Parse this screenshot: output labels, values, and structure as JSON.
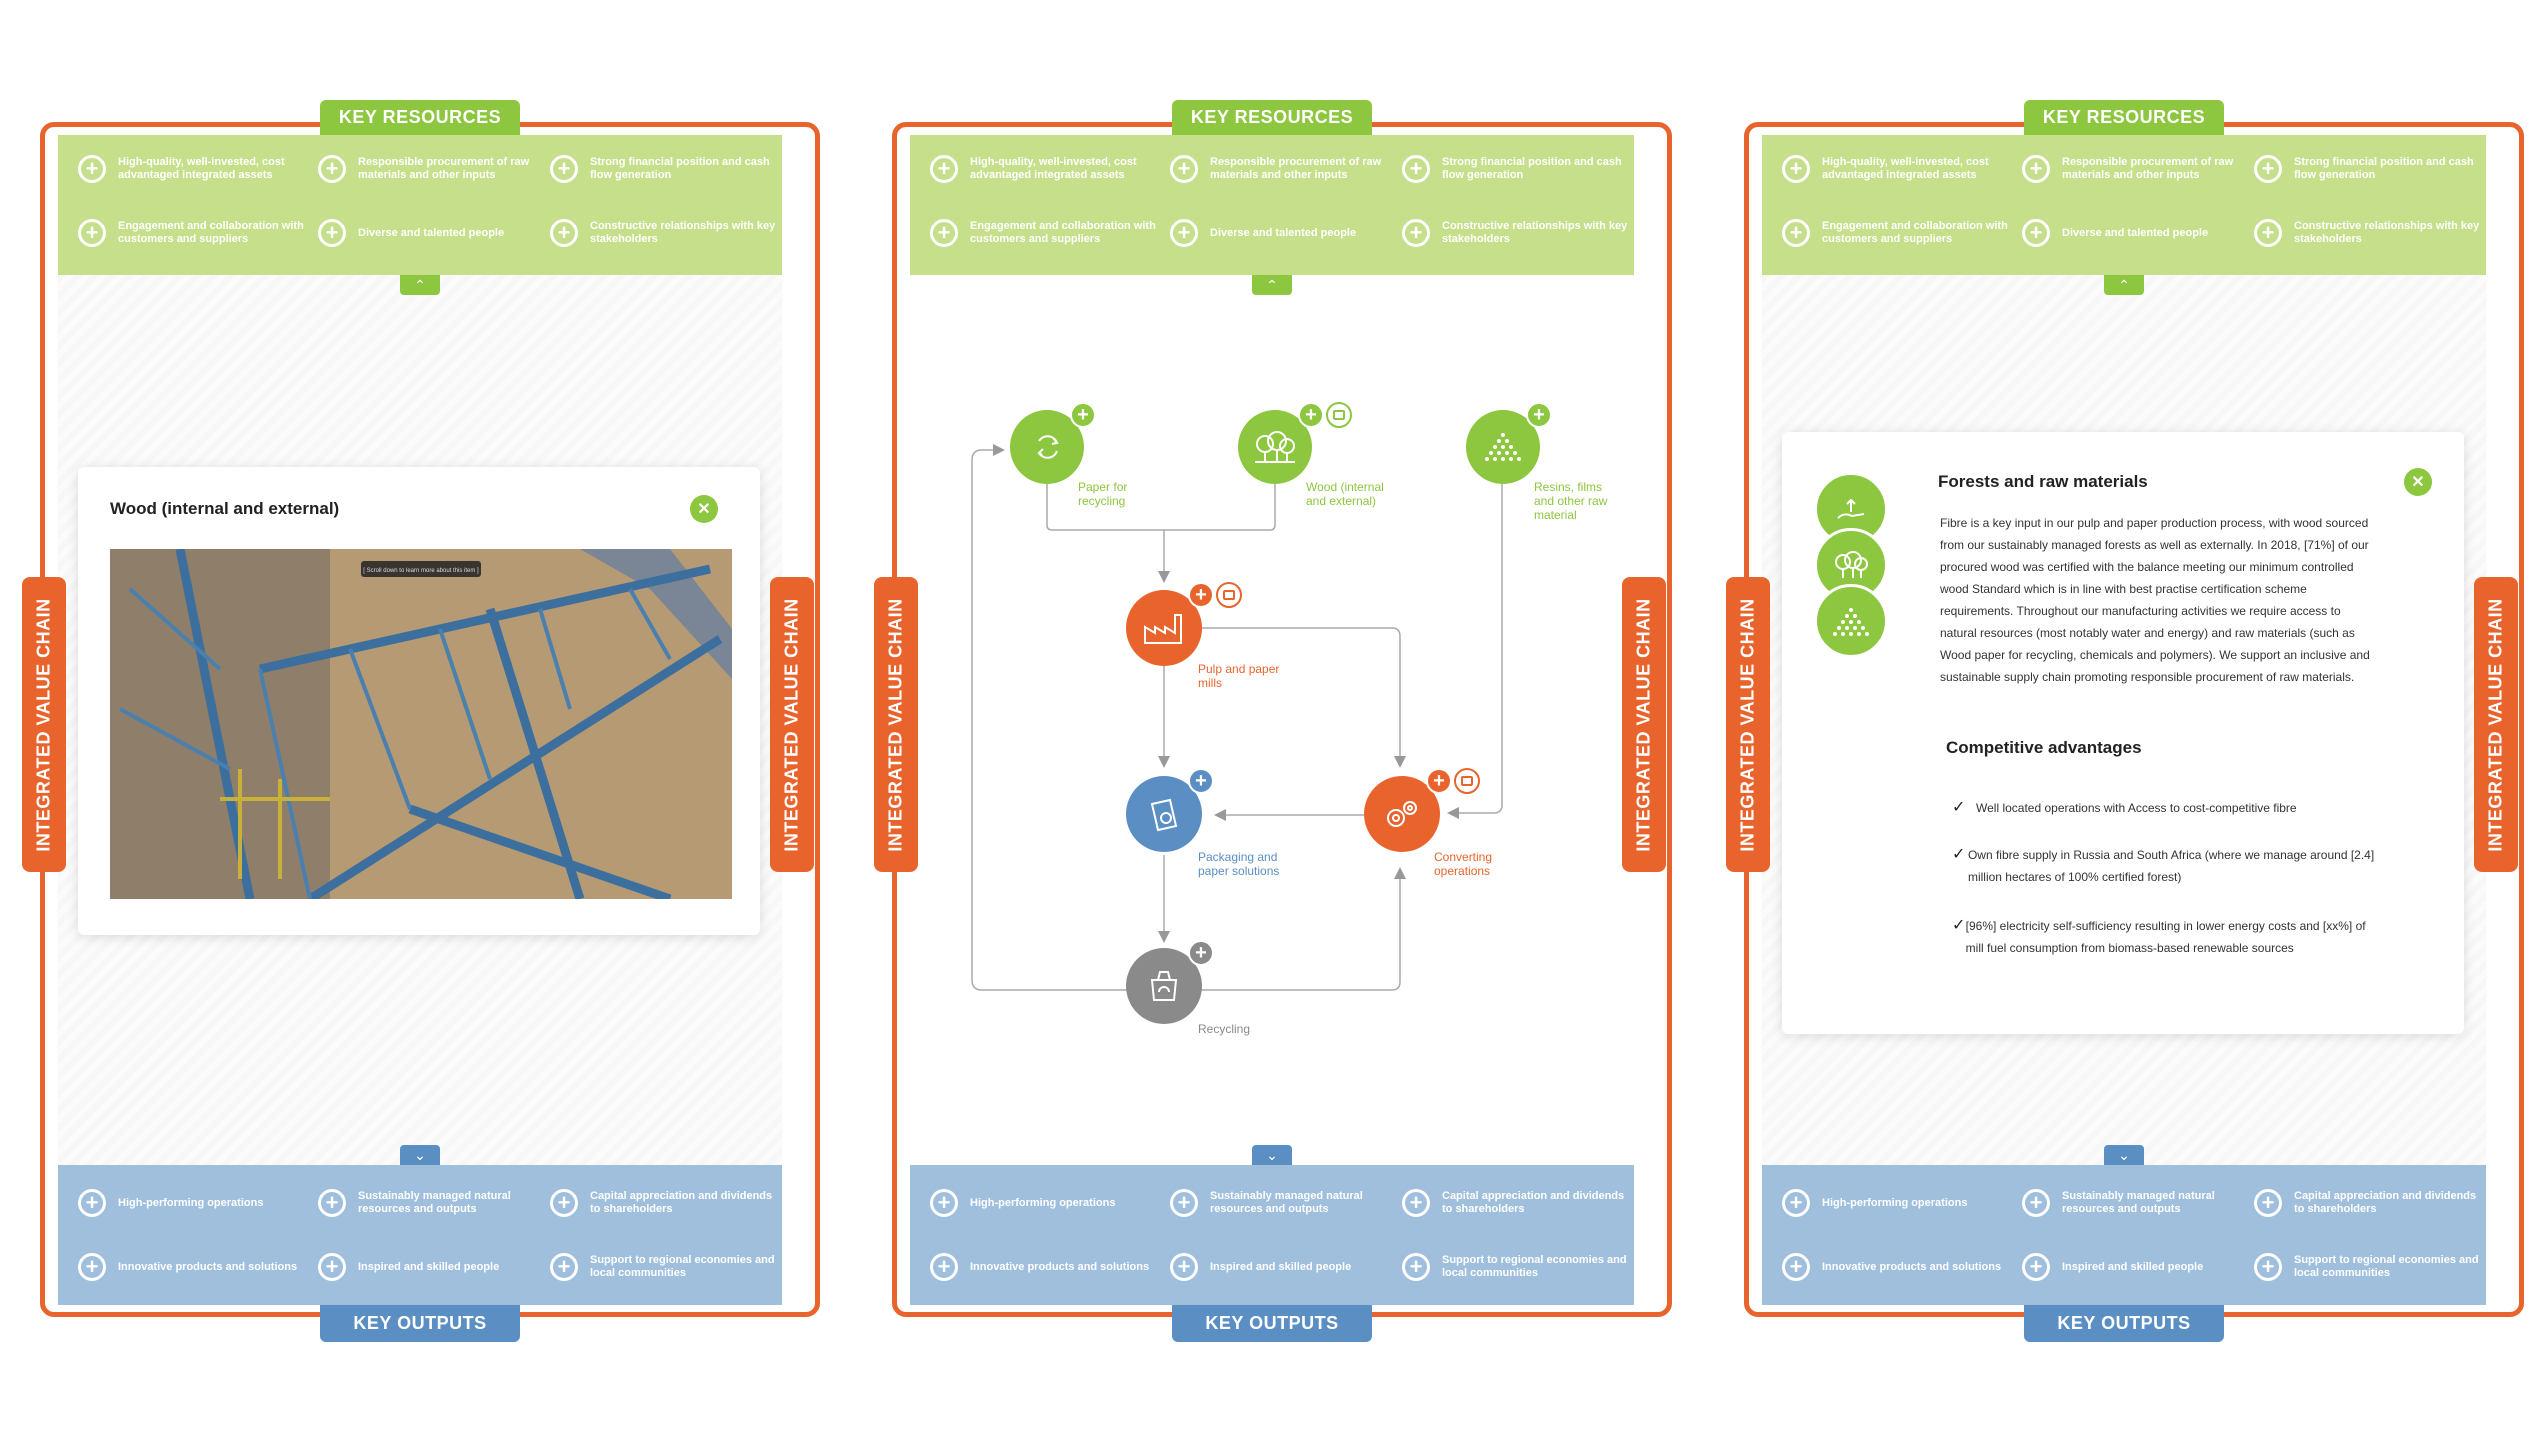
{
  "key_resources": {
    "title": "KEY RESOURCES",
    "items": [
      "High-quality, well-invested, cost advantaged integrated assets",
      "Responsible procurement of raw materials and other inputs",
      "Strong financial position and cash flow generation",
      "Engagement and collaboration with customers and suppliers",
      "Diverse and talented people",
      "Constructive relationships with key stakeholders"
    ]
  },
  "key_outputs": {
    "title": "KEY OUTPUTS",
    "items": [
      "High-performing operations",
      "Sustainably managed natural resources and outputs",
      "Capital appreciation and dividends to shareholders",
      "Innovative products and solutions",
      "Inspired and skilled people",
      "Support to regional economies and local communities"
    ]
  },
  "side_label": "INTEGRATED VALUE CHAIN",
  "panel1": {
    "card_title": "Wood (internal and external)",
    "image_caption": "[ Scroll down to learn more about this item ]"
  },
  "panel2": {
    "nodes": {
      "paper_for_recycling": "Paper for recycling",
      "wood": "Wood (internal and external)",
      "resins": "Resins, films and other raw material",
      "pulp": "Pulp and paper mills",
      "packaging": "Packaging and paper solutions",
      "converting": "Converting operations",
      "recycling": "Recycling"
    }
  },
  "panel3": {
    "card_title": "Forests and raw materials",
    "body": "Fibre is a key input in our pulp and paper production process, with wood sourced from our sustainably managed forests as well as externally. In 2018, [71%] of our procured wood was certified with the balance meeting our minimum controlled wood Standard which is in line with best practise certification scheme requirements. Throughout our manufacturing activities we require access to natural resources (most notably water and energy) and raw materials (such as Wood paper for recycling, chemicals and polymers). We support an inclusive and sustainable supply chain promoting responsible procurement of raw materials.",
    "adv_title": "Competitive advantages",
    "advantages": [
      "Well located operations with Access to cost-competitive fibre",
      "Own fibre supply in Russia and South Africa (where we manage around [2.4] million hectares of 100% certified forest)",
      "[96%] electricity self-sufficiency resulting in lower energy costs and [xx%] of mill fuel consumption from biomass-based renewable sources"
    ]
  },
  "colors": {
    "green": "#8dc63f",
    "light_green": "#c5df8b",
    "blue": "#5b8fc4",
    "light_blue": "#9fbfdd",
    "orange": "#e8642c",
    "grey": "#8a8a8a"
  }
}
